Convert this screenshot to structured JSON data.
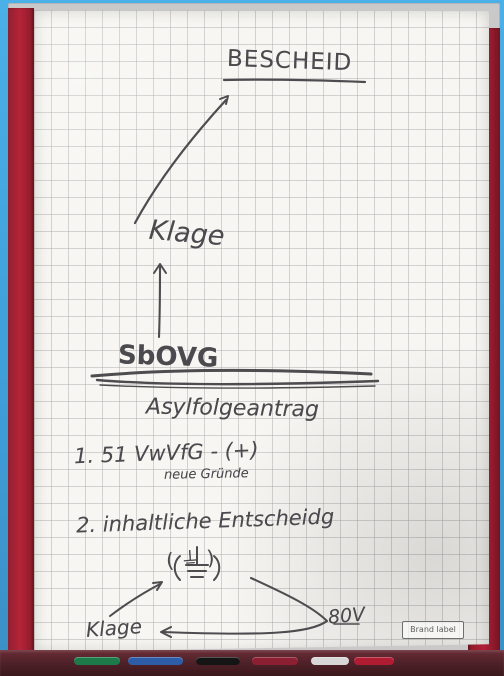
{
  "scene": {
    "background_color": "#4aa8df",
    "paper_color": "#f7f6f2",
    "ink_color": "#4b4b4f",
    "frame_color": "#b62338"
  },
  "flipchart": {
    "title": "BESCHEID",
    "top_node": "Klage",
    "middle_node": "SbOVG",
    "section_heading": "Asylfolgeantrag",
    "point_one": "1. 51 VwVfG - (+)",
    "point_one_sub": "neue Gründe",
    "point_two": "2. inhaltliche Entscheidg",
    "symbol_text": "( ⏚ )",
    "bottom_left": "Klage",
    "bottom_right": "80V",
    "corner_label": "Brand label"
  },
  "icons": {
    "upward_arrow": "arrow-up-icon",
    "curved_arrow": "curved-arrow-icon"
  }
}
